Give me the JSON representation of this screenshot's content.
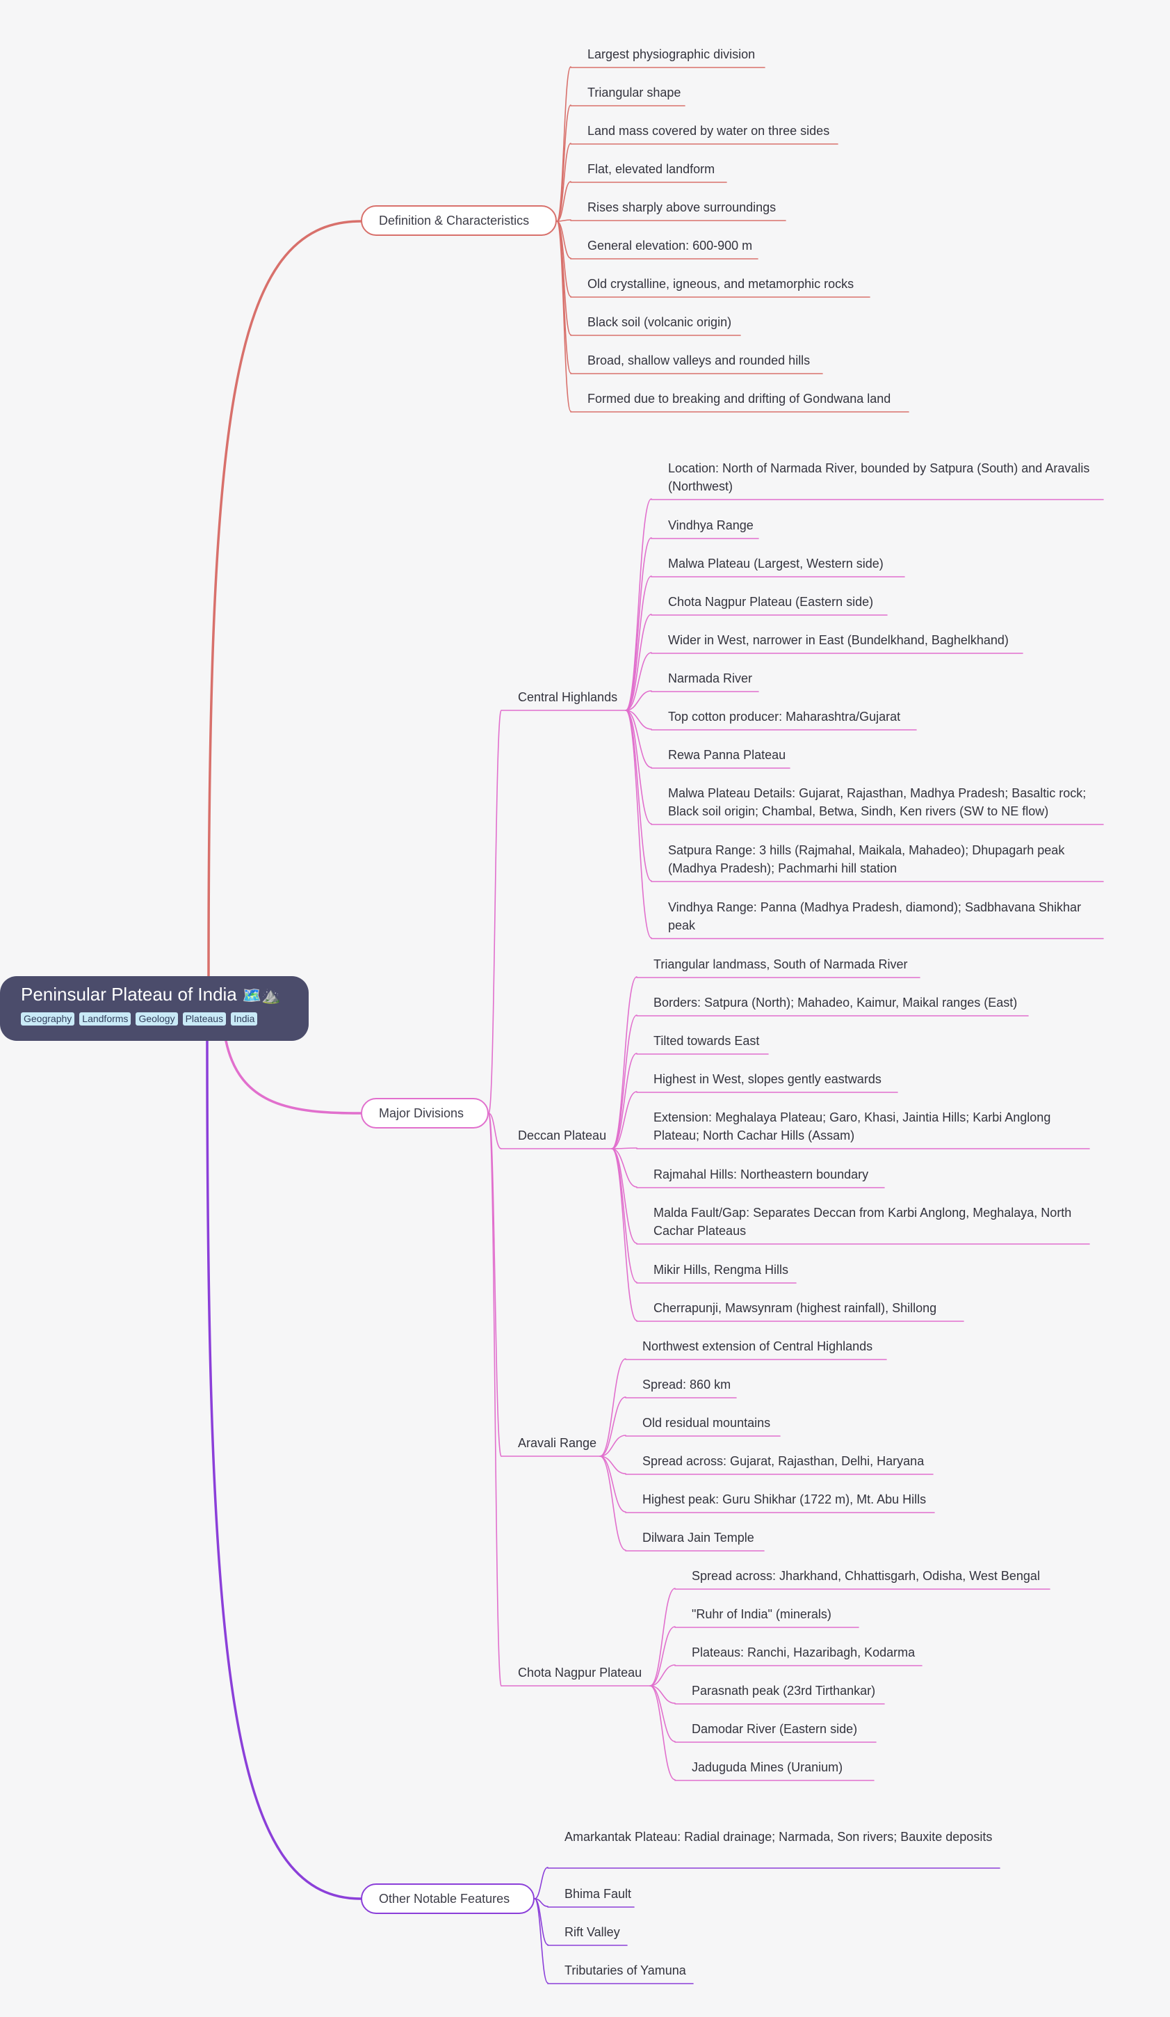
{
  "colors": {
    "root_bg": "#4b4c6b",
    "tag_bg": "#c9eaf7",
    "branch_definition": "#d8706b",
    "branch_divisions": "#e16fcd",
    "branch_other": "#8b3fd9"
  },
  "root": {
    "title": "Peninsular Plateau of India",
    "emoji": "🗺️⛰️",
    "tags": [
      "Geography",
      "Landforms",
      "Geology",
      "Plateaus",
      "India"
    ]
  },
  "definition": {
    "label": "Definition & Characteristics",
    "items": [
      "Largest physiographic division",
      "Triangular shape",
      "Land mass covered by water on three sides",
      "Flat, elevated landform",
      "Rises sharply above surroundings",
      "General elevation: 600-900 m",
      "Old crystalline, igneous, and metamorphic rocks",
      "Black soil (volcanic origin)",
      "Broad, shallow valleys and rounded hills",
      "Formed due to breaking and drifting of Gondwana land"
    ]
  },
  "divisions": {
    "label": "Major Divisions",
    "central": {
      "label": "Central Highlands",
      "items": [
        "Location: North of Narmada River, bounded by Satpura (South) and Aravalis (Northwest)",
        "Vindhya Range",
        "Malwa Plateau (Largest, Western side)",
        "Chota Nagpur Plateau (Eastern side)",
        "Wider in West, narrower in East (Bundelkhand, Baghelkhand)",
        "Narmada River",
        "Top cotton producer: Maharashtra/Gujarat",
        "Rewa Panna Plateau",
        "Malwa Plateau Details: Gujarat, Rajasthan, Madhya Pradesh; Basaltic rock; Black soil origin; Chambal, Betwa, Sindh, Ken rivers (SW to NE flow)",
        "Satpura Range: 3 hills (Rajmahal, Maikala, Mahadeo); Dhupagarh peak (Madhya Pradesh); Pachmarhi hill station",
        "Vindhya Range: Panna (Madhya Pradesh, diamond); Sadbhavana Shikhar peak"
      ]
    },
    "deccan": {
      "label": "Deccan Plateau",
      "items": [
        "Triangular landmass, South of Narmada River",
        "Borders: Satpura (North); Mahadeo, Kaimur, Maikal ranges (East)",
        "Tilted towards East",
        "Highest in West, slopes gently eastwards",
        "Extension: Meghalaya Plateau; Garo, Khasi, Jaintia Hills; Karbi Anglong Plateau; North Cachar Hills (Assam)",
        "Rajmahal Hills: Northeastern boundary",
        "Malda Fault/Gap: Separates Deccan from Karbi Anglong, Meghalaya, North Cachar Plateaus",
        "Mikir Hills, Rengma Hills",
        "Cherrapunji, Mawsynram (highest rainfall), Shillong"
      ]
    },
    "aravali": {
      "label": "Aravali Range",
      "items": [
        "Northwest extension of Central Highlands",
        "Spread: 860 km",
        "Old residual mountains",
        "Spread across: Gujarat, Rajasthan, Delhi, Haryana",
        "Highest peak: Guru Shikhar (1722 m), Mt. Abu Hills",
        "Dilwara Jain Temple"
      ]
    },
    "chota": {
      "label": "Chota Nagpur Plateau",
      "items": [
        "Spread across: Jharkhand, Chhattisgarh, Odisha, West Bengal",
        "\"Ruhr of India\" (minerals)",
        "Plateaus: Ranchi, Hazaribagh, Kodarma",
        "Parasnath peak (23rd Tirthankar)",
        "Damodar River (Eastern side)",
        "Jaduguda Mines (Uranium)"
      ]
    }
  },
  "other": {
    "label": "Other Notable Features",
    "items": [
      "Amarkantak Plateau: Radial drainage; Narmada, Son rivers; Bauxite deposits",
      "Bhima Fault",
      "Rift Valley",
      "Tributaries of Yamuna"
    ]
  }
}
